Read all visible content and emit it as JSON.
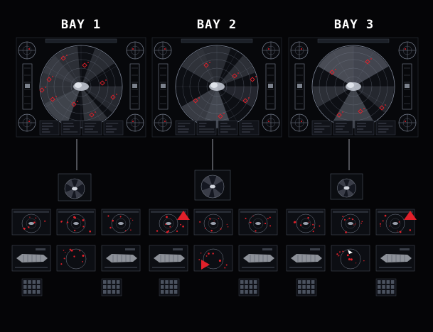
{
  "bays": [
    {
      "id": "bay-1",
      "title": "BAY 1"
    },
    {
      "id": "bay-2",
      "title": "BAY 2"
    },
    {
      "id": "bay-3",
      "title": "BAY 3"
    }
  ],
  "colors": {
    "background": "#050507",
    "panel_dark": "#0d0f14",
    "line": "#7c8494",
    "sector": "#aab1c0",
    "alert": "#e0202a",
    "text": "#ffffff"
  },
  "icons": {
    "radar": "radar-scope-icon",
    "dial": "crosshair-dial-icon",
    "marker": "diamond-marker-icon",
    "alert": "alert-triangle-icon",
    "cursor": "pointer-cursor-icon"
  }
}
